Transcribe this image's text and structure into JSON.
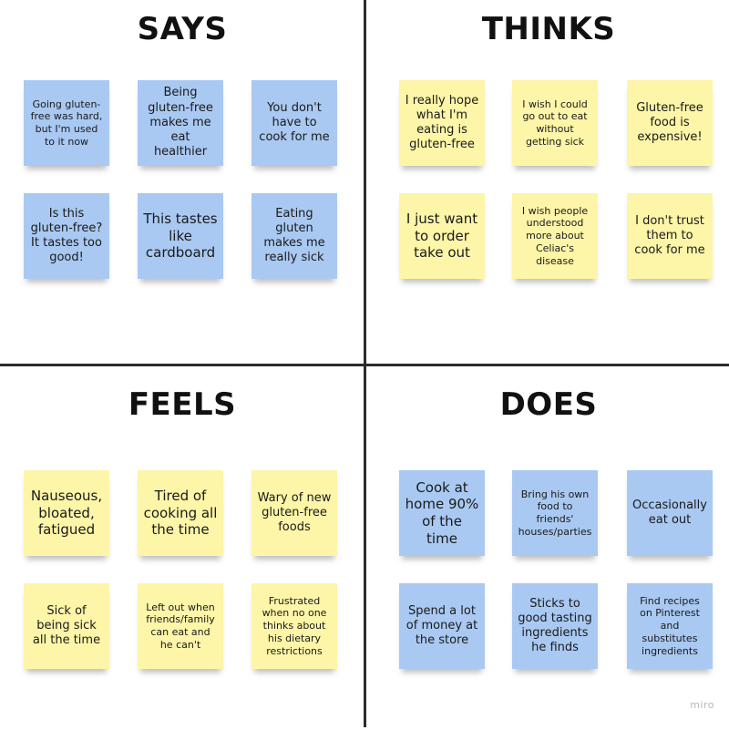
{
  "quadrants": {
    "says": {
      "title": "SAYS",
      "color": "#a9c9f2",
      "notes": [
        "Going gluten-free was hard, but I'm used to it now",
        "Being gluten-free makes me eat healthier",
        "You don't have to cook for me",
        "Is this gluten-free? It tastes too good!",
        "This tastes like cardboard",
        "Eating gluten makes me really sick"
      ]
    },
    "thinks": {
      "title": "THINKS",
      "color": "#fdf5a8",
      "notes": [
        "I really hope what I'm eating is gluten-free",
        "I wish I could go out to eat without getting sick",
        "Gluten-free food is expensive!",
        "I just want to order take out",
        "I wish people understood more about Celiac's disease",
        "I don't trust them to cook for me"
      ]
    },
    "feels": {
      "title": "FEELS",
      "color": "#fdf5a8",
      "notes": [
        "Nauseous, bloated, fatigued",
        "Tired of cooking all the time",
        "Wary of new gluten-free foods",
        "Sick of being sick all the time",
        "Left out when friends/family can eat and he can't",
        "Frustrated when no one thinks about his dietary restrictions"
      ]
    },
    "does": {
      "title": "DOES",
      "color": "#a9c9f2",
      "notes": [
        "Cook at home 90% of the time",
        "Bring his own food to friends' houses/parties",
        "Occasionally eat out",
        "Spend a lot of money at the store",
        "Sticks to good tasting ingredients he finds",
        "Find recipes on Pinterest and substitutes ingredients"
      ]
    }
  },
  "watermark": "miro"
}
